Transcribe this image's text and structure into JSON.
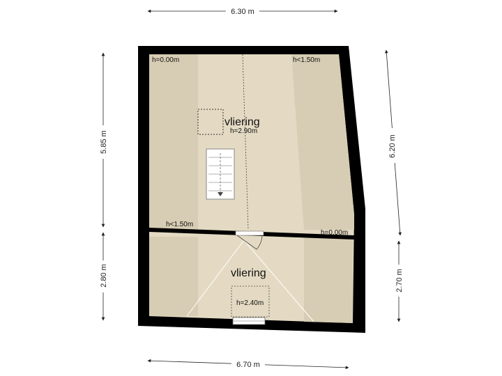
{
  "dimensions": {
    "top": "6.30 m",
    "bottom": "6.70 m",
    "left_upper": "5.85 m",
    "left_lower": "2.80 m",
    "right_upper": "6.20 m",
    "right_lower": "2.70 m"
  },
  "rooms": {
    "upper": {
      "name": "vliering",
      "height": "h=2.90m"
    },
    "lower": {
      "name": "vliering",
      "height": "h=2.40m"
    }
  },
  "height_labels": {
    "top_left": "h=0.00m",
    "top_right": "h<1.50m",
    "mid_left": "h<1.50m",
    "mid_right": "h=0.00m"
  },
  "colors": {
    "wall": "#000000",
    "floor_light": "#e6dcc6",
    "floor_shaded": "#d6ccb4"
  }
}
